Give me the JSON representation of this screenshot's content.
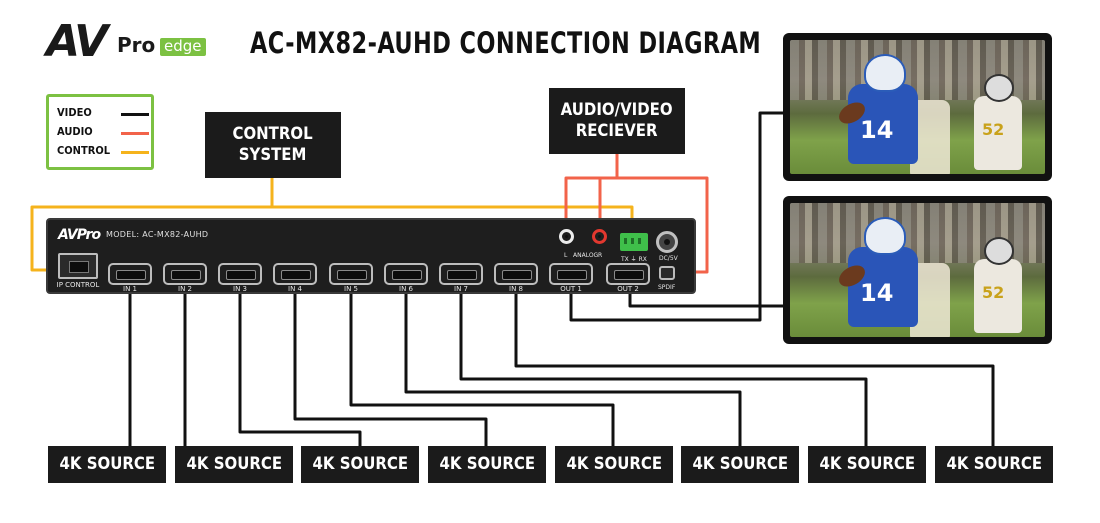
{
  "logo": {
    "av": "AV",
    "pro": "Pro",
    "edge": "edge"
  },
  "title": "AC-MX82-AUHD CONNECTION DIAGRAM",
  "legend": {
    "items": [
      {
        "label": "VIDEO",
        "color": "#111111"
      },
      {
        "label": "AUDIO",
        "color": "#f2634a"
      },
      {
        "label": "CONTROL",
        "color": "#f5b31c"
      }
    ],
    "border_color": "#7cc142"
  },
  "control_system": {
    "line1": "CONTROL",
    "line2": "SYSTEM"
  },
  "av_receiver": {
    "line1": "AUDIO/VIDEO",
    "line2": "RECIEVER"
  },
  "device": {
    "logo": "AVPro",
    "model": "MODEL: AC-MX82-AUHD",
    "ip_label": "IP CONTROL",
    "inputs": [
      "IN 1",
      "IN 2",
      "IN 3",
      "IN 4",
      "IN 5",
      "IN 6",
      "IN 7",
      "IN 8"
    ],
    "outputs": [
      "OUT 1",
      "OUT 2"
    ],
    "analog_l": "L",
    "analog_label": "ANALOG",
    "analog_r": "R",
    "txrx": "TX ⏚ RX",
    "dc": "DC/5V",
    "spdif": "SPDIF"
  },
  "tv_jersey_numbers": [
    "14",
    "52"
  ],
  "sources": [
    "4K SOURCE",
    "4K SOURCE",
    "4K SOURCE",
    "4K SOURCE",
    "4K SOURCE",
    "4K SOURCE",
    "4K SOURCE",
    "4K SOURCE"
  ],
  "colors": {
    "video": "#111111",
    "audio": "#f2634a",
    "control": "#f5b31c",
    "green": "#7cc142"
  }
}
